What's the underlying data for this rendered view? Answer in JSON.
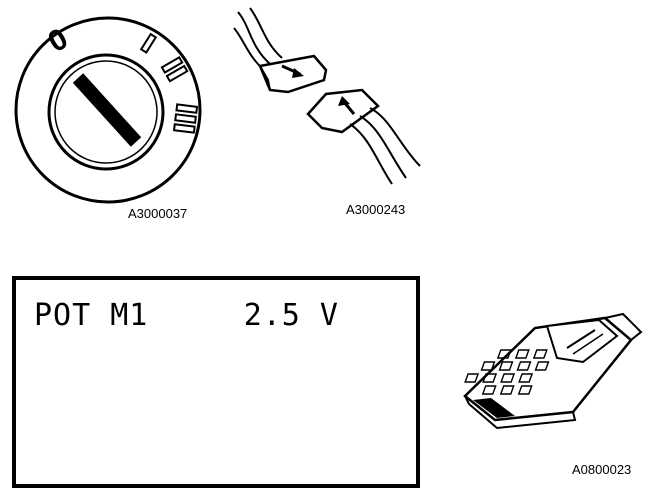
{
  "figures": {
    "ignition_switch": {
      "icon": "ignition-switch-icon",
      "key_position_label": "0",
      "caption": "A3000037"
    },
    "connector": {
      "icon": "connector-icon",
      "caption": "A3000243"
    },
    "display": {
      "label": "POT M1",
      "value": "2.5 V"
    },
    "diagnostic_tool": {
      "icon": "handheld-diagnostic-tool-icon",
      "caption": "A0800023"
    }
  }
}
